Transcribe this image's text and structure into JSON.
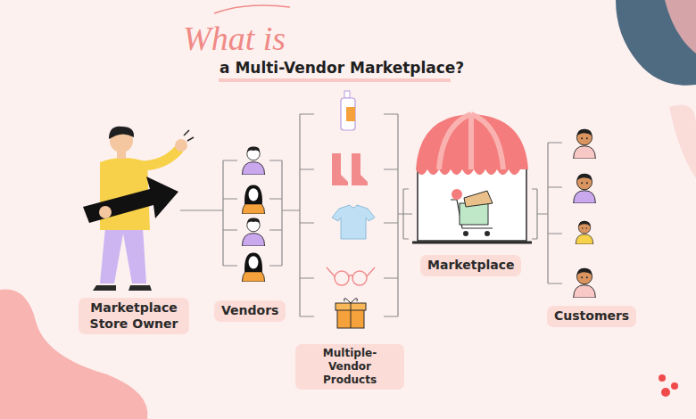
{
  "diagram": {
    "title": "a Multi-Vendor Marketplace?",
    "nodes": [
      {
        "text": [
          "Marketplace Store Owner"
        ]
      },
      {
        "text": [
          "Vendors"
        ]
      },
      {
        "text": [
          "Multiple-Vendor Products"
        ]
      },
      {
        "text": [
          "Marketplace"
        ]
      },
      {
        "text": [
          "Customers"
        ]
      }
    ],
    "labels": [
      "What is"
    ]
  }
}
